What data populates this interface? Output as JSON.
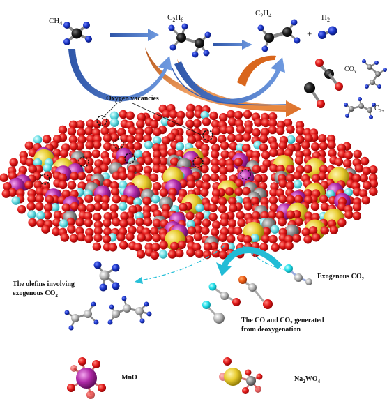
{
  "molecules": {
    "ch4": {
      "base": "CH",
      "sub": "4"
    },
    "c2h6": {
      "base": "C",
      "sub1": "2",
      "mid": "H",
      "sub2": "6"
    },
    "c2h4": {
      "base": "C",
      "sub1": "2",
      "mid": "H",
      "sub2": "4"
    },
    "h2": {
      "base": "H",
      "sub": "2"
    },
    "plus": "+",
    "cox": {
      "base": "CO",
      "sub": "x"
    },
    "c2plus": {
      "base": "C",
      "sub": "2+"
    }
  },
  "labels": {
    "oxygen_vacancies": "Oxygen vacancies",
    "olefins_line1": "The olefins involving",
    "olefins_line2": "exogenous CO",
    "olefins_line2_sub": "2",
    "exogenous": "Exogenous CO",
    "exogenous_sub": "2",
    "deox_line1": "The CO and CO",
    "deox_line1_sub": "2",
    "deox_line1_end": " generated",
    "deox_line2": "from deoxygenation",
    "mno": "MnO",
    "na2wo4_a": "Na",
    "na2wo4_b": "2",
    "na2wo4_c": "WO",
    "na2wo4_d": "4"
  },
  "colors": {
    "carbon": "#1a1a1a",
    "hydrogen": "#1a35c8",
    "oxygen": "#e01818",
    "manganese": "#b02aa8",
    "sodium": "#e8cc30",
    "tungsten": "#8a8a8a",
    "vacancy": "#6fe0e6",
    "arrow_blue": "#3f6fc4",
    "arrow_orange": "#e07a2a",
    "arrow_cyan": "#18b8d8"
  }
}
